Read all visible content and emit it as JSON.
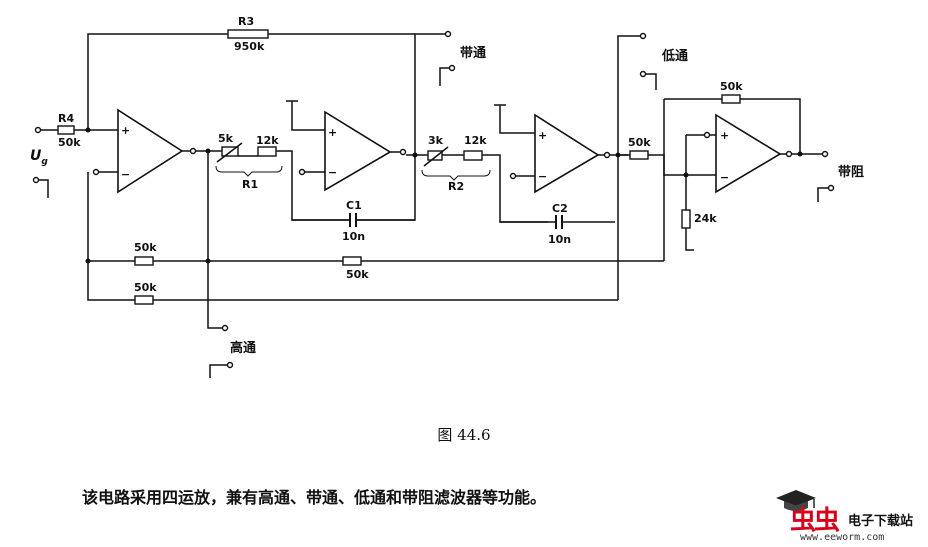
{
  "labels": {
    "r3_name": "R3",
    "r3_val": "950k",
    "r4_name": "R4",
    "r4_val": "50k",
    "input": "U",
    "input_sub": "g",
    "r1_pot": "5k",
    "r1_fixed": "12k",
    "r1_name": "R1",
    "r2_pot": "3k",
    "r2_fixed": "12k",
    "r2_name": "R2",
    "c1_name": "C1",
    "c1_val": "10n",
    "c2_name": "C2",
    "c2_val": "10n",
    "fb1_val": "50k",
    "fb2_val": "50k",
    "fb3_val": "50k",
    "a4_in_val": "50k",
    "a4_fb_val": "50k",
    "a4_gnd_val": "24k",
    "plus": "+",
    "minus": "−"
  },
  "outputs": {
    "bandpass": "带通",
    "lowpass": "低通",
    "highpass": "高通",
    "bandstop": "带阻"
  },
  "caption": "图 44.6",
  "description": "该电路采用四运放，兼有高通、带通、低通和带阻滤波器等功能。",
  "logo": {
    "bugs": "虫虫",
    "title": "电子下载站",
    "url": "www.eeworm.com",
    "cap_icon": "graduation-cap-icon"
  }
}
